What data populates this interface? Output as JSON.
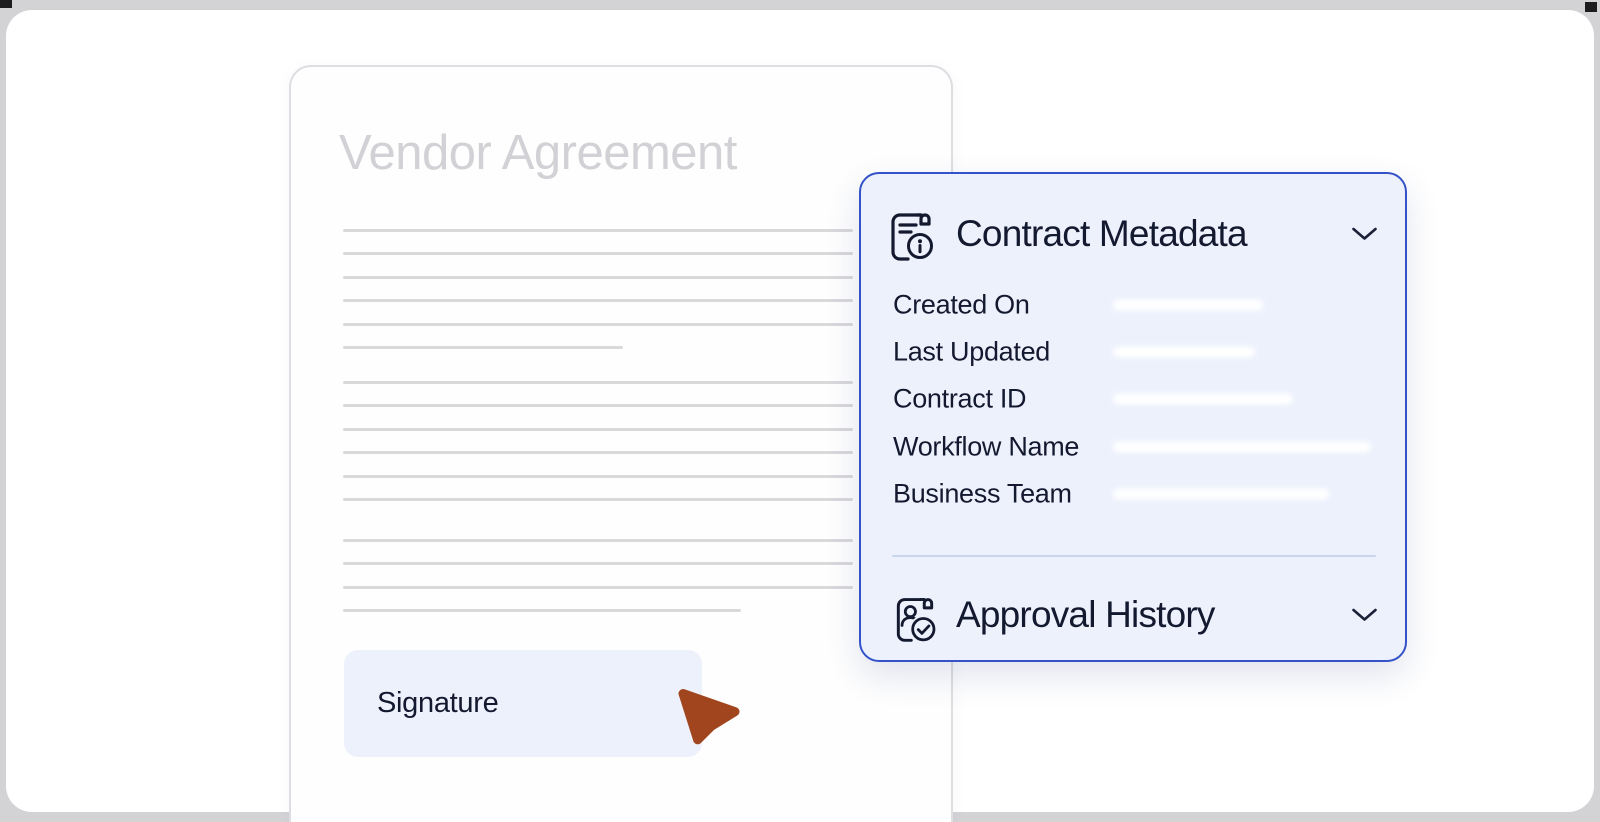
{
  "window": {
    "background_color": "#d3d2d5",
    "surface_color": "#ffffff"
  },
  "document": {
    "title": "Vendor Agreement",
    "signature_label": "Signature"
  },
  "panel": {
    "border_color": "#3453c8",
    "background_color": "#edf1fc",
    "text_color": "#131a30",
    "metadata": {
      "title": "Contract Metadata",
      "icon": "document-info-icon",
      "collapsed": false,
      "fields": [
        {
          "label": "Created On",
          "value": ""
        },
        {
          "label": "Last Updated",
          "value": ""
        },
        {
          "label": "Contract ID",
          "value": ""
        },
        {
          "label": "Workflow Name",
          "value": ""
        },
        {
          "label": "Business Team",
          "value": ""
        }
      ]
    },
    "approval": {
      "title": "Approval History",
      "icon": "document-user-check-icon",
      "collapsed": true
    }
  },
  "cursor": {
    "icon": "pointer-cursor",
    "color": "#a0451d"
  }
}
